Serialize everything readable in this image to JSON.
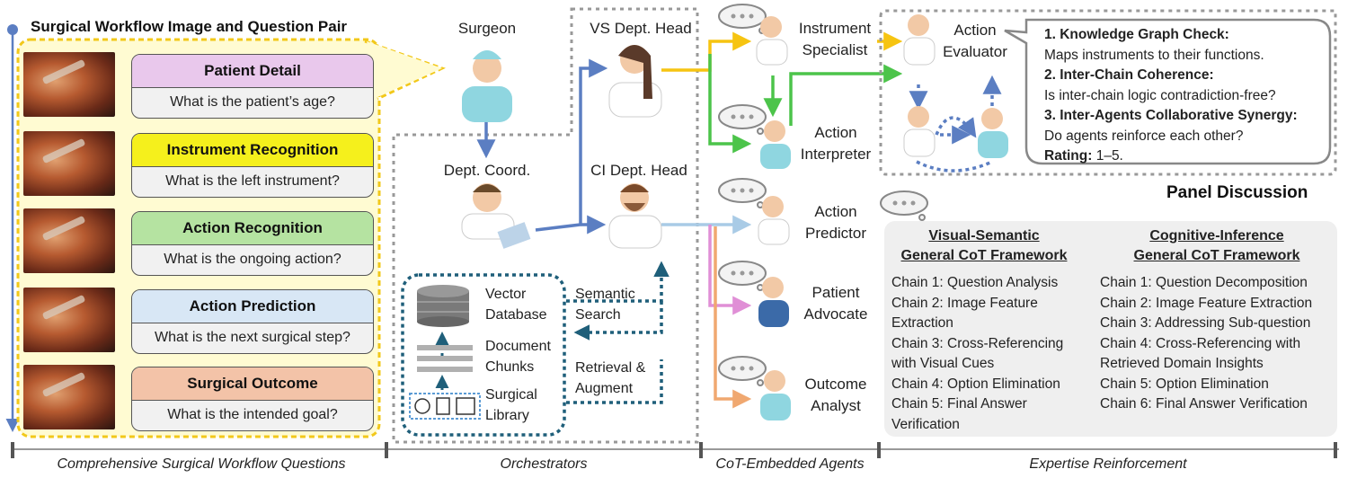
{
  "left_panel": {
    "title": "Surgical Workflow Image and Question Pair",
    "cards": [
      {
        "header": "Patient Detail",
        "question": "What is the patient’s age?",
        "color": "#e9c8ec"
      },
      {
        "header": "Instrument Recognition",
        "question": "What is the left instrument?",
        "color": "#f5f01c"
      },
      {
        "header": "Action Recognition",
        "question": "What is the ongoing action?",
        "color": "#b5e3a1"
      },
      {
        "header": "Action Prediction",
        "question": "What is the next surgical step?",
        "color": "#d8e7f5"
      },
      {
        "header": "Surgical Outcome",
        "question": "What is the intended goal?",
        "color": "#f3c3a8"
      }
    ]
  },
  "orchestrators": {
    "surgeon": "Surgeon",
    "vs_head": "VS Dept. Head",
    "dept_coord": "Dept. Coord.",
    "ci_head": "CI Dept. Head",
    "vector_db": [
      "Vector",
      "Database"
    ],
    "doc_chunks": [
      "Document",
      "Chunks"
    ],
    "surgical_library": [
      "Surgical",
      "Library"
    ],
    "semantic_search": [
      "Semantic",
      "Search"
    ],
    "retrieval": [
      "Retrieval &",
      "Augment"
    ]
  },
  "agents": {
    "instrument_specialist": [
      "Instrument",
      "Specialist"
    ],
    "action_interpreter": [
      "Action",
      "Interpreter"
    ],
    "action_predictor": [
      "Action",
      "Predictor"
    ],
    "patient_advocate": [
      "Patient",
      "Advocate"
    ],
    "outcome_analyst": [
      "Outcome",
      "Analyst"
    ]
  },
  "panel": {
    "evaluator": [
      "Action",
      "Evaluator"
    ],
    "title": "Panel Discussion",
    "criteria": [
      {
        "head": "1. Knowledge Graph Check:",
        "body": "Maps instruments to their functions."
      },
      {
        "head": "2. Inter-Chain Coherence:",
        "body": "Is inter-chain logic contradiction-free?"
      },
      {
        "head": "3. Inter-Agents Collaborative Synergy:",
        "body": "Do agents reinforce each other?"
      }
    ],
    "rating_label": "Rating:",
    "rating_value": " 1–5."
  },
  "cot": {
    "vs_title": [
      "Visual-Semantic",
      "General CoT Framework"
    ],
    "vs_chains": [
      "Chain 1: Question Analysis",
      "Chain 2: Image Feature",
      "Extraction",
      "Chain 3: Cross-Referencing",
      "with Visual Cues",
      "Chain 4: Option Elimination",
      "Chain 5: Final Answer",
      "Verification"
    ],
    "ci_title": [
      "Cognitive-Inference",
      "General CoT Framework"
    ],
    "ci_chains": [
      "Chain 1: Question Decomposition",
      "Chain 2: Image Feature Extraction",
      "Chain 3: Addressing Sub-question",
      "Chain 4: Cross-Referencing with",
      "Retrieved Domain Insights",
      "Chain 5: Option Elimination",
      "Chain 6: Final Answer Verification"
    ]
  },
  "footer": {
    "labels": [
      "Comprehensive Surgical Workflow Questions",
      "Orchestrators",
      "CoT-Embedded Agents",
      "Expertise Reinforcement"
    ]
  },
  "colors": {
    "arrow_blue": "#5b7ec2",
    "arrow_yellow": "#f6c411",
    "arrow_green": "#4cc44a",
    "arrow_lightblue": "#a9cbe6",
    "arrow_pink": "#e08fd6",
    "arrow_orange": "#f0a870",
    "dotted_teal": "#1f5f7a",
    "yellow_dash": "#f2c81a"
  }
}
